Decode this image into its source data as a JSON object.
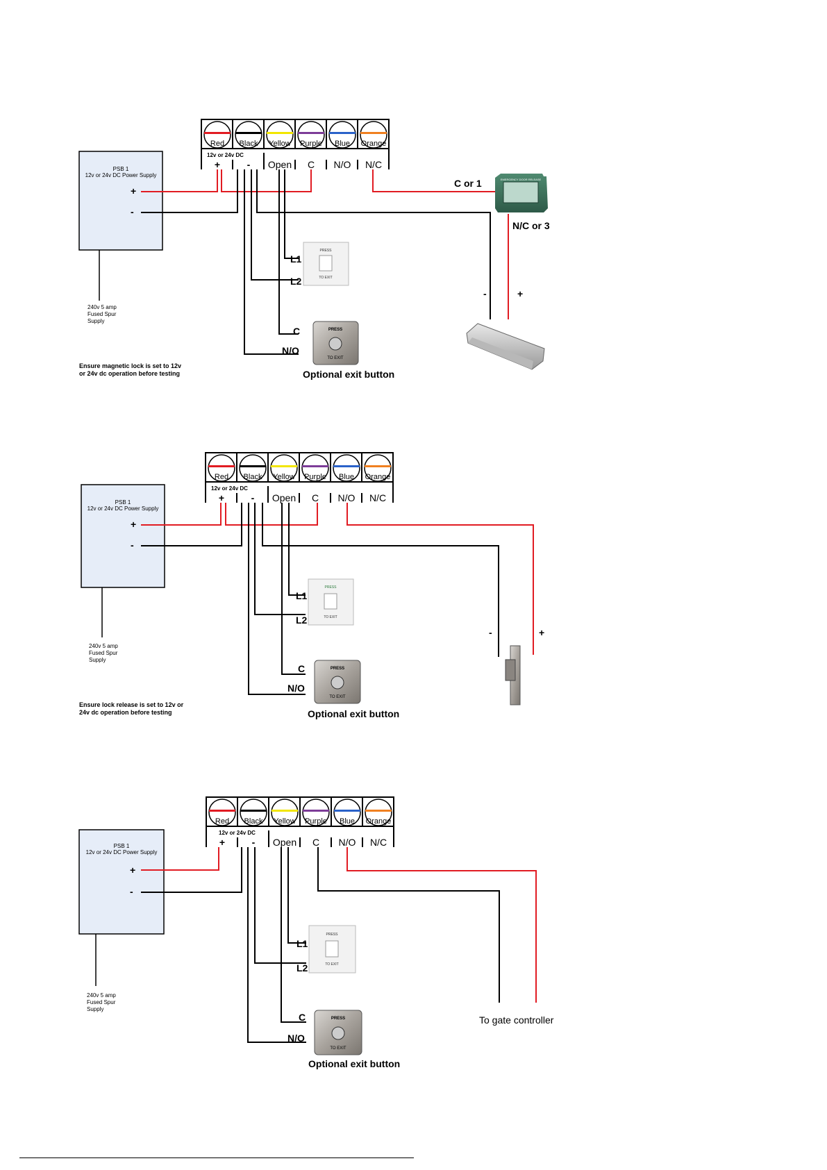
{
  "colors": {
    "red_wire": "#e11b22",
    "black_wire": "#000000",
    "psu_fill": "#e6edf8",
    "terminal_stripes": {
      "Red": "#e11b22",
      "Black": "#000000",
      "Yellow": "#f2e600",
      "Purple": "#7d3c98",
      "Blue": "#2a62c9",
      "Orange": "#f08020"
    }
  },
  "terminal": {
    "colors": [
      "Red",
      "Black",
      "Yellow",
      "Purple",
      "Blue",
      "Orange"
    ],
    "supply_label": "12v or 24v DC",
    "plus": "+",
    "minus": "-",
    "open": "Open",
    "c": "C",
    "no": "N/O",
    "nc": "N/C"
  },
  "psu": {
    "title": "PSB 1",
    "subtitle": "12v or 24v DC Power Supply",
    "plus": "+",
    "minus": "-",
    "mains_lines": [
      "240v 5 amp",
      "Fused Spur",
      "Supply"
    ]
  },
  "exit_button": {
    "press": "PRESS",
    "to_exit": "TO EXIT",
    "l1": "L1",
    "l2": "L2",
    "c": "C",
    "no": "N/O",
    "optional_label": "Optional exit button"
  },
  "diagram1": {
    "note_lines": [
      "Ensure magnetic lock is set to 12v",
      "or 24v dc operation before testing"
    ],
    "break_glass_c": "C or 1",
    "break_glass_nc": "N/C or 3",
    "break_glass_text": "EMERGENCY DOOR RELEASE",
    "lock_minus": "-",
    "lock_plus": "+"
  },
  "diagram2": {
    "note_lines": [
      "Ensure lock release is set to 12v or",
      "24v dc operation before testing"
    ],
    "lock_minus": "-",
    "lock_plus": "+"
  },
  "diagram3": {
    "gate_label": "To gate controller"
  }
}
